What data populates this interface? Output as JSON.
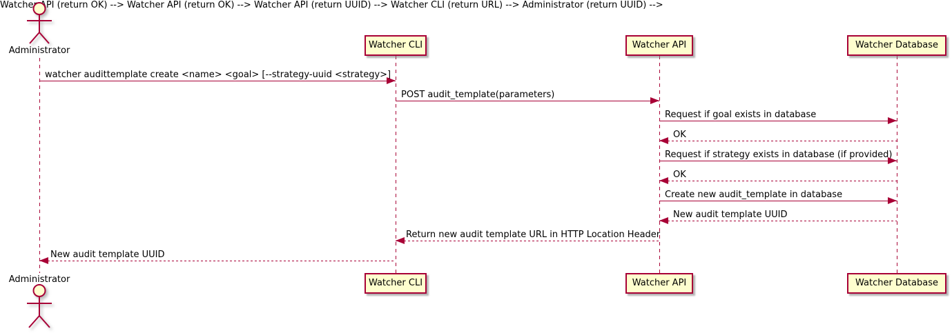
{
  "diagram": {
    "type": "uml-sequence-diagram",
    "colors": {
      "accent": "#A80036",
      "participant_fill": "#FEFECE",
      "text": "#000000",
      "background": "#FFFFFF"
    },
    "actor": {
      "label": "Administrator"
    },
    "participants": [
      {
        "label": "Watcher CLI"
      },
      {
        "label": "Watcher API"
      },
      {
        "label": "Watcher Database"
      }
    ],
    "messages": [
      {
        "from": "Administrator",
        "to": "Watcher CLI",
        "style": "solid",
        "label": "watcher audittemplate create <name> <goal> [--strategy-uuid <strategy>]"
      },
      {
        "from": "Watcher CLI",
        "to": "Watcher API",
        "style": "solid",
        "label": "POST audit_template(parameters)"
      },
      {
        "from": "Watcher API",
        "to": "Watcher Database",
        "style": "solid",
        "label": "Request if goal exists in database"
      },
      {
        "from": "Watcher Database",
        "to": "Watcher API",
        "style": "dashed",
        "label": "OK"
      },
      {
        "from": "Watcher API",
        "to": "Watcher Database",
        "style": "solid",
        "label": "Request if strategy exists in database (if provided)"
      },
      {
        "from": "Watcher Database",
        "to": "Watcher API",
        "style": "dashed",
        "label": "OK"
      },
      {
        "from": "Watcher API",
        "to": "Watcher Database",
        "style": "solid",
        "label": "Create new audit_template in database"
      },
      {
        "from": "Watcher Database",
        "to": "Watcher API",
        "style": "dashed",
        "label": "New audit template UUID"
      },
      {
        "from": "Watcher API",
        "to": "Watcher CLI",
        "style": "dashed",
        "label": "Return new audit template URL in HTTP Location Header"
      },
      {
        "from": "Watcher CLI",
        "to": "Administrator",
        "style": "dashed",
        "label": "New audit template UUID"
      }
    ]
  }
}
